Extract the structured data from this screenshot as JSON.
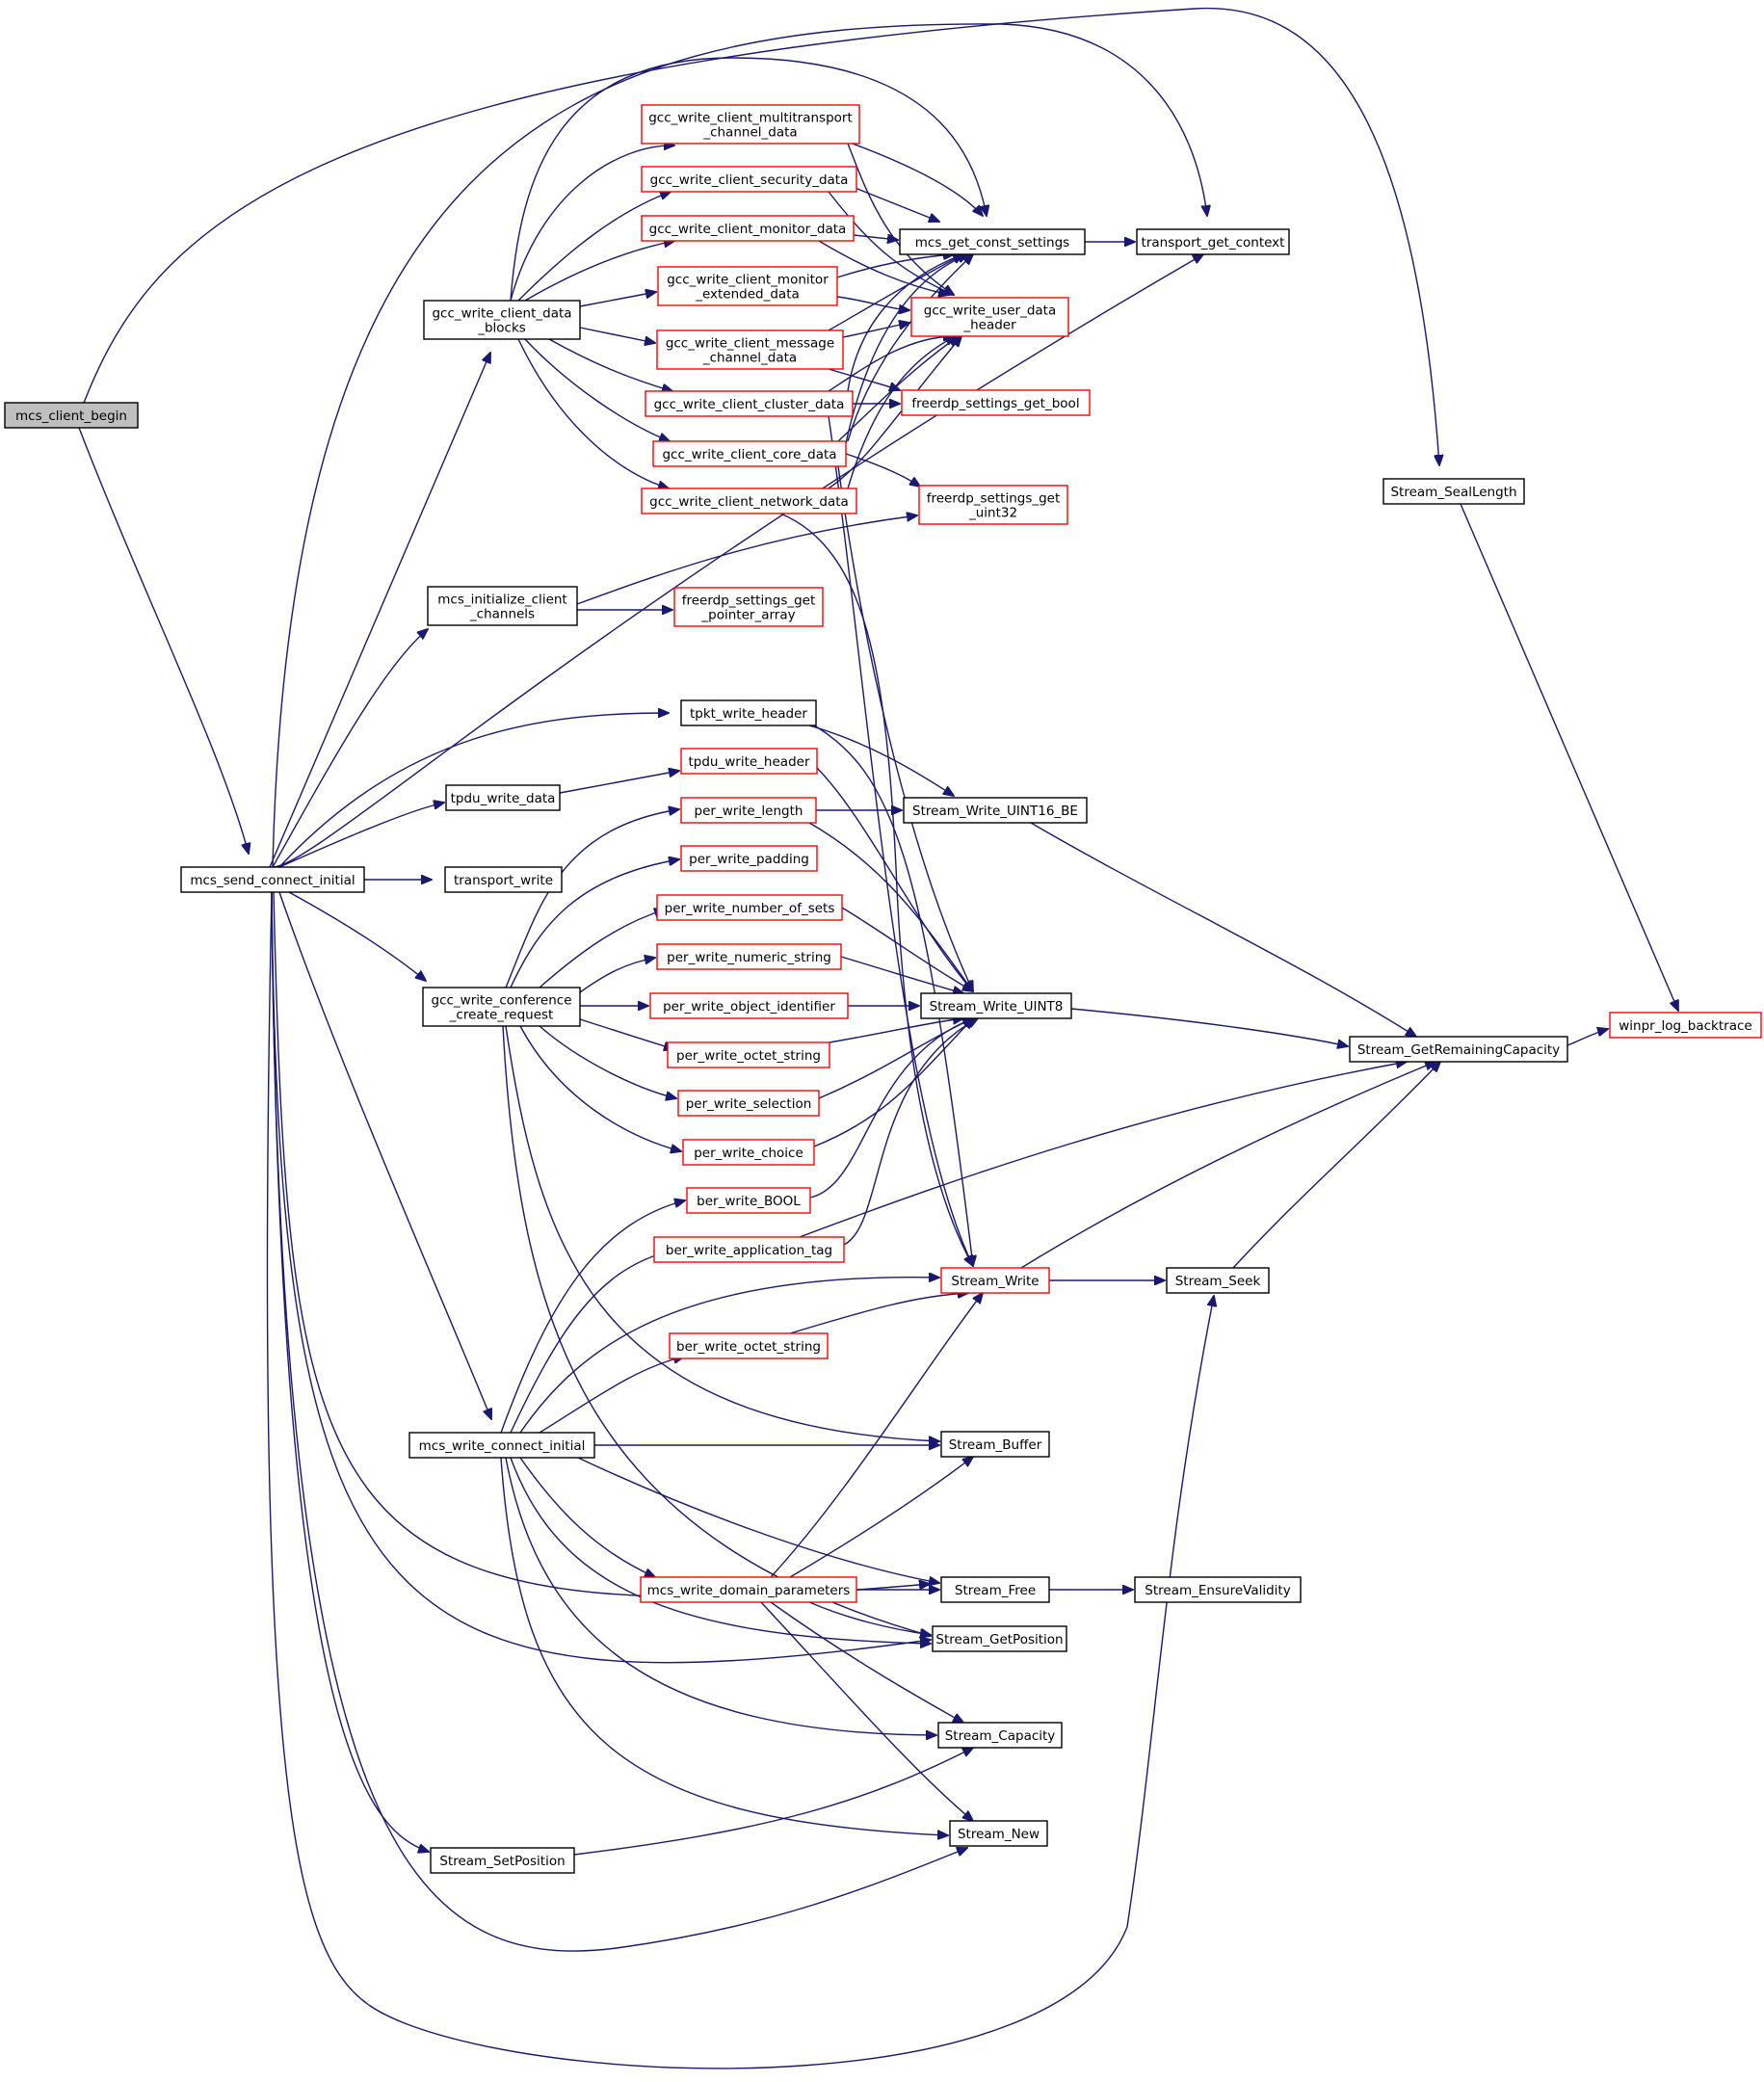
{
  "colors": {
    "edge": "#191970",
    "root_fill": "#bfbfbf",
    "node_fill": "#ffffff",
    "border_black": "#000000",
    "border_red": "#ff0000"
  },
  "nodes": [
    {
      "id": "n_mcs_client_begin",
      "lines": [
        "mcs_client_begin"
      ],
      "border": "black",
      "root": true
    },
    {
      "id": "n_mcs_send_connect_initial",
      "lines": [
        "mcs_send_connect_initial"
      ],
      "border": "black"
    },
    {
      "id": "n_gcc_write_client_data_blocks",
      "lines": [
        "gcc_write_client_data",
        "_blocks"
      ],
      "border": "black"
    },
    {
      "id": "n_mcs_initialize_client_channels",
      "lines": [
        "mcs_initialize_client",
        "_channels"
      ],
      "border": "black"
    },
    {
      "id": "n_tpdu_write_data",
      "lines": [
        "tpdu_write_data"
      ],
      "border": "black"
    },
    {
      "id": "n_transport_write",
      "lines": [
        "transport_write"
      ],
      "border": "black"
    },
    {
      "id": "n_gcc_write_conference_create_request",
      "lines": [
        "gcc_write_conference",
        "_create_request"
      ],
      "border": "black"
    },
    {
      "id": "n_mcs_write_connect_initial",
      "lines": [
        "mcs_write_connect_initial"
      ],
      "border": "black"
    },
    {
      "id": "n_stream_setposition",
      "lines": [
        "Stream_SetPosition"
      ],
      "border": "black"
    },
    {
      "id": "n_gcc_multitransport",
      "lines": [
        "gcc_write_client_multitransport",
        "_channel_data"
      ],
      "border": "red"
    },
    {
      "id": "n_gcc_security",
      "lines": [
        "gcc_write_client_security_data"
      ],
      "border": "red"
    },
    {
      "id": "n_gcc_monitor",
      "lines": [
        "gcc_write_client_monitor_data"
      ],
      "border": "red"
    },
    {
      "id": "n_gcc_monitor_ext",
      "lines": [
        "gcc_write_client_monitor",
        "_extended_data"
      ],
      "border": "red"
    },
    {
      "id": "n_gcc_message",
      "lines": [
        "gcc_write_client_message",
        "_channel_data"
      ],
      "border": "red"
    },
    {
      "id": "n_gcc_cluster",
      "lines": [
        "gcc_write_client_cluster_data"
      ],
      "border": "red"
    },
    {
      "id": "n_gcc_core",
      "lines": [
        "gcc_write_client_core_data"
      ],
      "border": "red"
    },
    {
      "id": "n_gcc_network",
      "lines": [
        "gcc_write_client_network_data"
      ],
      "border": "red"
    },
    {
      "id": "n_freerdp_pointer_array",
      "lines": [
        "freerdp_settings_get",
        "_pointer_array"
      ],
      "border": "red"
    },
    {
      "id": "n_tpkt_write_header",
      "lines": [
        "tpkt_write_header"
      ],
      "border": "black"
    },
    {
      "id": "n_tpdu_write_header",
      "lines": [
        "tpdu_write_header"
      ],
      "border": "red"
    },
    {
      "id": "n_per_write_length",
      "lines": [
        "per_write_length"
      ],
      "border": "red"
    },
    {
      "id": "n_per_write_padding",
      "lines": [
        "per_write_padding"
      ],
      "border": "red"
    },
    {
      "id": "n_per_write_number_of_sets",
      "lines": [
        "per_write_number_of_sets"
      ],
      "border": "red"
    },
    {
      "id": "n_per_write_numeric_string",
      "lines": [
        "per_write_numeric_string"
      ],
      "border": "red"
    },
    {
      "id": "n_per_write_object_identifier",
      "lines": [
        "per_write_object_identifier"
      ],
      "border": "red"
    },
    {
      "id": "n_per_write_octet_string",
      "lines": [
        "per_write_octet_string"
      ],
      "border": "red"
    },
    {
      "id": "n_per_write_selection",
      "lines": [
        "per_write_selection"
      ],
      "border": "red"
    },
    {
      "id": "n_per_write_choice",
      "lines": [
        "per_write_choice"
      ],
      "border": "red"
    },
    {
      "id": "n_ber_write_bool",
      "lines": [
        "ber_write_BOOL"
      ],
      "border": "red"
    },
    {
      "id": "n_ber_write_application_tag",
      "lines": [
        "ber_write_application_tag"
      ],
      "border": "red"
    },
    {
      "id": "n_ber_write_octet_string",
      "lines": [
        "ber_write_octet_string"
      ],
      "border": "red"
    },
    {
      "id": "n_mcs_write_domain_parameters",
      "lines": [
        "mcs_write_domain_parameters"
      ],
      "border": "red"
    },
    {
      "id": "n_mcs_get_const_settings",
      "lines": [
        "mcs_get_const_settings"
      ],
      "border": "black"
    },
    {
      "id": "n_gcc_write_user_data_header",
      "lines": [
        "gcc_write_user_data",
        "_header"
      ],
      "border": "red"
    },
    {
      "id": "n_freerdp_get_bool",
      "lines": [
        "freerdp_settings_get_bool"
      ],
      "border": "red"
    },
    {
      "id": "n_freerdp_get_uint32",
      "lines": [
        "freerdp_settings_get",
        "_uint32"
      ],
      "border": "red"
    },
    {
      "id": "n_stream_write_uint16_be",
      "lines": [
        "Stream_Write_UINT16_BE"
      ],
      "border": "black"
    },
    {
      "id": "n_stream_write_uint8",
      "lines": [
        "Stream_Write_UINT8"
      ],
      "border": "black"
    },
    {
      "id": "n_stream_write",
      "lines": [
        "Stream_Write"
      ],
      "border": "red"
    },
    {
      "id": "n_stream_buffer",
      "lines": [
        "Stream_Buffer"
      ],
      "border": "black"
    },
    {
      "id": "n_stream_free",
      "lines": [
        "Stream_Free"
      ],
      "border": "black"
    },
    {
      "id": "n_stream_getposition",
      "lines": [
        "Stream_GetPosition"
      ],
      "border": "black"
    },
    {
      "id": "n_stream_capacity",
      "lines": [
        "Stream_Capacity"
      ],
      "border": "black"
    },
    {
      "id": "n_stream_new",
      "lines": [
        "Stream_New"
      ],
      "border": "black"
    },
    {
      "id": "n_transport_get_context",
      "lines": [
        "transport_get_context"
      ],
      "border": "black"
    },
    {
      "id": "n_stream_seallength",
      "lines": [
        "Stream_SealLength"
      ],
      "border": "black"
    },
    {
      "id": "n_stream_seek",
      "lines": [
        "Stream_Seek"
      ],
      "border": "black"
    },
    {
      "id": "n_stream_ensurevalidity",
      "lines": [
        "Stream_EnsureValidity"
      ],
      "border": "black"
    },
    {
      "id": "n_stream_getremainingcapacity",
      "lines": [
        "Stream_GetRemainingCapacity"
      ],
      "border": "black"
    },
    {
      "id": "n_winpr_log_backtrace",
      "lines": [
        "winpr_log_backtrace"
      ],
      "border": "red"
    }
  ]
}
